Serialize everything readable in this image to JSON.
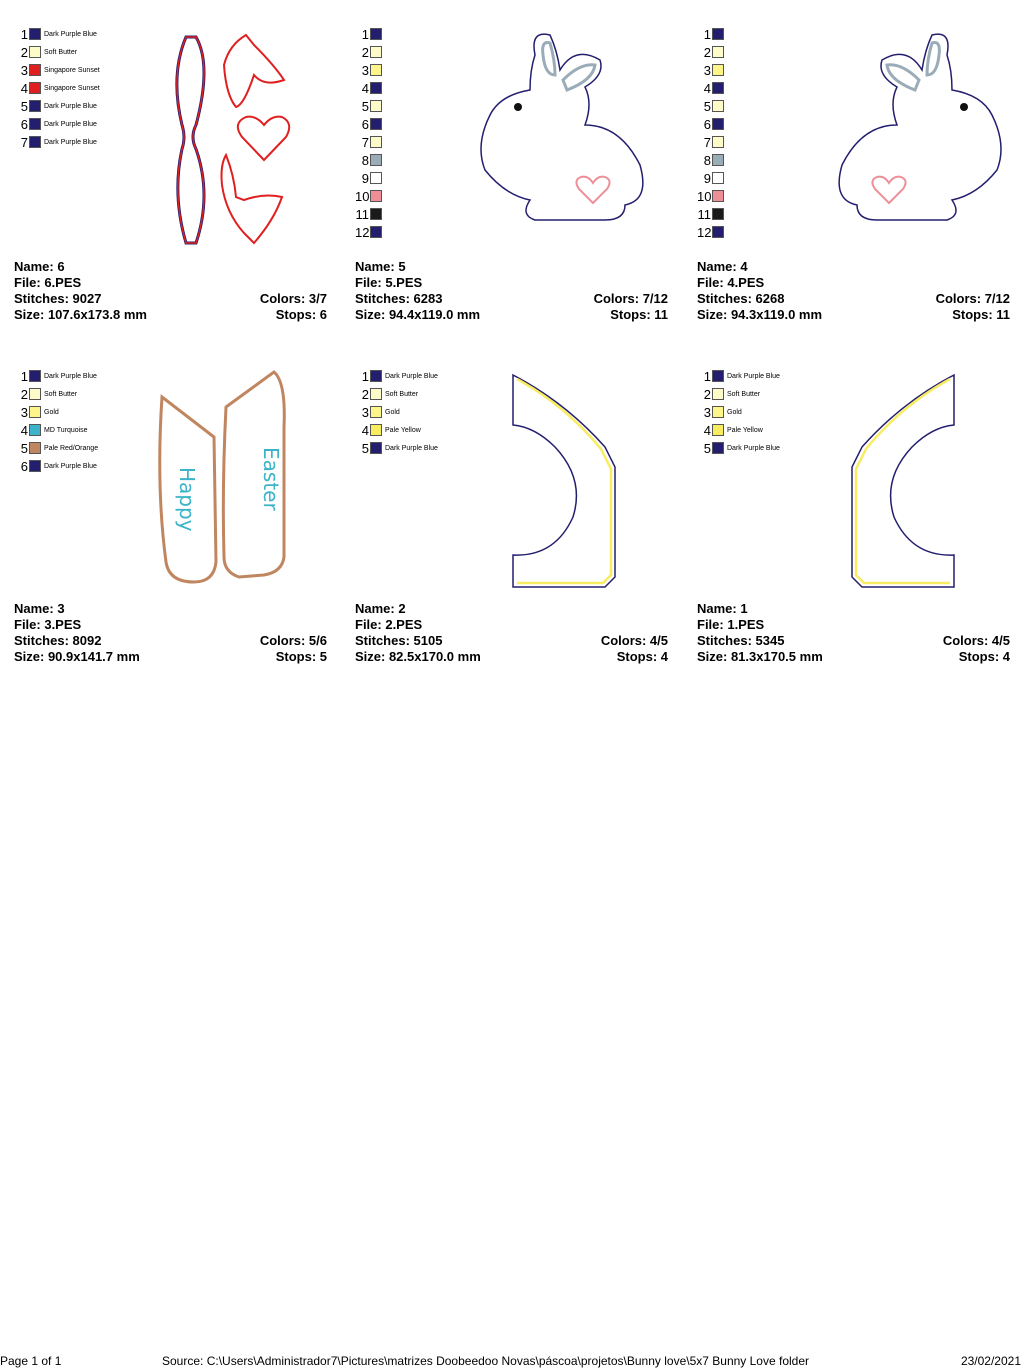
{
  "designs": [
    {
      "name": "Name: 6",
      "file": "File: 6.PES",
      "stitches": "Stitches: 9027",
      "colors": "Colors: 3/7",
      "size": "Size: 107.6x173.8 mm",
      "stops": "Stops: 6",
      "palette": [
        {
          "n": "1",
          "hex": "#231f6e",
          "label": "Dark Purple Blue"
        },
        {
          "n": "2",
          "hex": "#fdfbc8",
          "label": "Soft Butter"
        },
        {
          "n": "3",
          "hex": "#e02020",
          "label": "Singapore Sunset"
        },
        {
          "n": "4",
          "hex": "#e02020",
          "label": "Singapore Sunset"
        },
        {
          "n": "5",
          "hex": "#231f6e",
          "label": "Dark Purple Blue"
        },
        {
          "n": "6",
          "hex": "#231f6e",
          "label": "Dark Purple Blue"
        },
        {
          "n": "7",
          "hex": "#231f6e",
          "label": "Dark Purple Blue"
        }
      ]
    },
    {
      "name": "Name: 5",
      "file": "File: 5.PES",
      "stitches": "Stitches: 6283",
      "colors": "Colors: 7/12",
      "size": "Size: 94.4x119.0 mm",
      "stops": "Stops: 11",
      "palette": [
        {
          "n": "1",
          "hex": "#231f6e",
          "label": ""
        },
        {
          "n": "2",
          "hex": "#fdfbc8",
          "label": ""
        },
        {
          "n": "3",
          "hex": "#fdf58a",
          "label": ""
        },
        {
          "n": "4",
          "hex": "#231f6e",
          "label": ""
        },
        {
          "n": "5",
          "hex": "#fdfbc8",
          "label": ""
        },
        {
          "n": "6",
          "hex": "#231f6e",
          "label": ""
        },
        {
          "n": "7",
          "hex": "#fdfbc8",
          "label": ""
        },
        {
          "n": "8",
          "hex": "#9aacb8",
          "label": ""
        },
        {
          "n": "9",
          "hex": "#ffffff",
          "label": ""
        },
        {
          "n": "10",
          "hex": "#ee8f98",
          "label": ""
        },
        {
          "n": "11",
          "hex": "#1a1a1a",
          "label": ""
        },
        {
          "n": "12",
          "hex": "#231f6e",
          "label": ""
        }
      ]
    },
    {
      "name": "Name: 4",
      "file": "File: 4.PES",
      "stitches": "Stitches: 6268",
      "colors": "Colors: 7/12",
      "size": "Size: 94.3x119.0 mm",
      "stops": "Stops: 11",
      "palette": [
        {
          "n": "1",
          "hex": "#231f6e",
          "label": ""
        },
        {
          "n": "2",
          "hex": "#fdfbc8",
          "label": ""
        },
        {
          "n": "3",
          "hex": "#fdf58a",
          "label": ""
        },
        {
          "n": "4",
          "hex": "#231f6e",
          "label": ""
        },
        {
          "n": "5",
          "hex": "#fdfbc8",
          "label": ""
        },
        {
          "n": "6",
          "hex": "#231f6e",
          "label": ""
        },
        {
          "n": "7",
          "hex": "#fdfbc8",
          "label": ""
        },
        {
          "n": "8",
          "hex": "#9aacb8",
          "label": ""
        },
        {
          "n": "9",
          "hex": "#ffffff",
          "label": ""
        },
        {
          "n": "10",
          "hex": "#ee8f98",
          "label": ""
        },
        {
          "n": "11",
          "hex": "#1a1a1a",
          "label": ""
        },
        {
          "n": "12",
          "hex": "#231f6e",
          "label": ""
        }
      ]
    },
    {
      "name": "Name: 3",
      "file": "File: 3.PES",
      "stitches": "Stitches: 8092",
      "colors": "Colors: 5/6",
      "size": "Size: 90.9x141.7 mm",
      "stops": "Stops: 5",
      "palette": [
        {
          "n": "1",
          "hex": "#231f6e",
          "label": "Dark Purple Blue"
        },
        {
          "n": "2",
          "hex": "#fdfbc8",
          "label": "Soft Butter"
        },
        {
          "n": "3",
          "hex": "#fdf58a",
          "label": "Gold"
        },
        {
          "n": "4",
          "hex": "#3bb3c8",
          "label": "MD Turquoise"
        },
        {
          "n": "5",
          "hex": "#c08660",
          "label": "Pale Red/Orange"
        },
        {
          "n": "6",
          "hex": "#231f6e",
          "label": "Dark Purple Blue"
        }
      ],
      "art_text": [
        "Happy",
        "Easter"
      ]
    },
    {
      "name": "Name: 2",
      "file": "File: 2.PES",
      "stitches": "Stitches: 5105",
      "colors": "Colors: 4/5",
      "size": "Size: 82.5x170.0 mm",
      "stops": "Stops: 4",
      "palette": [
        {
          "n": "1",
          "hex": "#231f6e",
          "label": "Dark Purple Blue"
        },
        {
          "n": "2",
          "hex": "#fdfbc8",
          "label": "Soft Butter"
        },
        {
          "n": "3",
          "hex": "#fdf58a",
          "label": "Gold"
        },
        {
          "n": "4",
          "hex": "#f8ec60",
          "label": "Pale Yellow"
        },
        {
          "n": "5",
          "hex": "#231f6e",
          "label": "Dark Purple Blue"
        }
      ]
    },
    {
      "name": "Name: 1",
      "file": "File: 1.PES",
      "stitches": "Stitches: 5345",
      "colors": "Colors: 4/5",
      "size": "Size: 81.3x170.5 mm",
      "stops": "Stops: 4",
      "palette": [
        {
          "n": "1",
          "hex": "#231f6e",
          "label": "Dark Purple Blue"
        },
        {
          "n": "2",
          "hex": "#fdfbc8",
          "label": "Soft Butter"
        },
        {
          "n": "3",
          "hex": "#fdf58a",
          "label": "Gold"
        },
        {
          "n": "4",
          "hex": "#f8ec60",
          "label": "Pale Yellow"
        },
        {
          "n": "5",
          "hex": "#231f6e",
          "label": "Dark Purple Blue"
        }
      ]
    }
  ],
  "footer": {
    "page": "Page 1 of 1",
    "source": "Source:  C:\\Users\\Administrador7\\Pictures\\matrizes Doobeedoo Novas\\páscoa\\projetos\\Bunny love\\5x7 Bunny Love folder",
    "date": "23/02/2021"
  }
}
